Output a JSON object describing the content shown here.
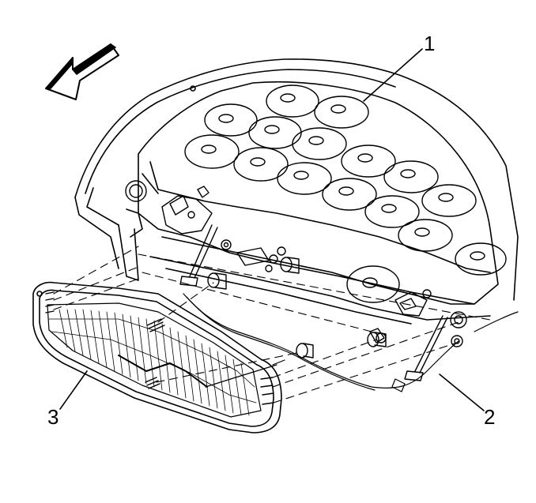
{
  "diagram": {
    "callouts": [
      {
        "id": "1",
        "label": "1"
      },
      {
        "id": "2",
        "label": "2"
      },
      {
        "id": "3",
        "label": "3"
      }
    ],
    "icons": [
      "direction-arrow-icon"
    ],
    "colors": {
      "line": "#000000",
      "background": "#ffffff",
      "arrow_fill": "#ffffff"
    }
  }
}
